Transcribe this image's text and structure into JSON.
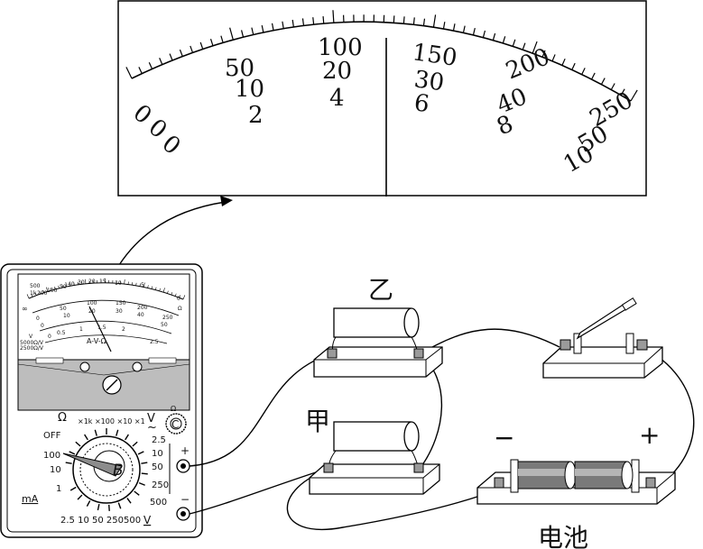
{
  "zoom_scale": {
    "row1": [
      "0",
      "50",
      "100",
      "150",
      "200",
      "250"
    ],
    "row2": [
      "0",
      "10",
      "20",
      "30",
      "40",
      "50"
    ],
    "row3": [
      "0",
      "2",
      "4",
      "6",
      "8",
      "10"
    ]
  },
  "meter": {
    "small_scale": {
      "ohm_row": [
        "500",
        "1k",
        "200",
        "100",
        "50",
        "40",
        "30",
        "20",
        "15",
        "10",
        "5",
        "0"
      ],
      "v_row": [
        "0",
        "50",
        "100",
        "150",
        "200",
        "250"
      ],
      "v_row2": [
        "0",
        "10",
        "20",
        "30",
        "40",
        "50"
      ],
      "v_row3": [
        "0",
        "0.5",
        "1",
        "1.5",
        "2",
        "2.5"
      ],
      "ohm_symbol": "Ω",
      "infinity_symbol": "∞",
      "v_tilde_label": "V",
      "rating1": "5000Ω/V",
      "rating2": "2500Ω/V",
      "center_label": "A-V-Ω"
    },
    "selector": {
      "ohm_label": "Ω",
      "ohm_ranges": "×1k ×100 ×10 ×1",
      "vac_label": "V",
      "vac_tilde": "~",
      "off_label": "OFF",
      "ma_ranges": [
        "100",
        "10",
        "1"
      ],
      "vac_ranges": [
        "2.5",
        "10",
        "50",
        "250",
        "500"
      ],
      "vdc_ranges": "2.5 10 50 250500",
      "ma_label": "mA",
      "vdc_label": "V",
      "knob_label": "B",
      "adjust_label": "C",
      "adjust_symbol": "Ω"
    },
    "terminals": {
      "plus": "+",
      "minus": "−"
    }
  },
  "circuit": {
    "resistor_b": "乙",
    "resistor_a": "甲",
    "battery_label": "电池",
    "battery_minus": "−",
    "battery_plus": "+"
  }
}
